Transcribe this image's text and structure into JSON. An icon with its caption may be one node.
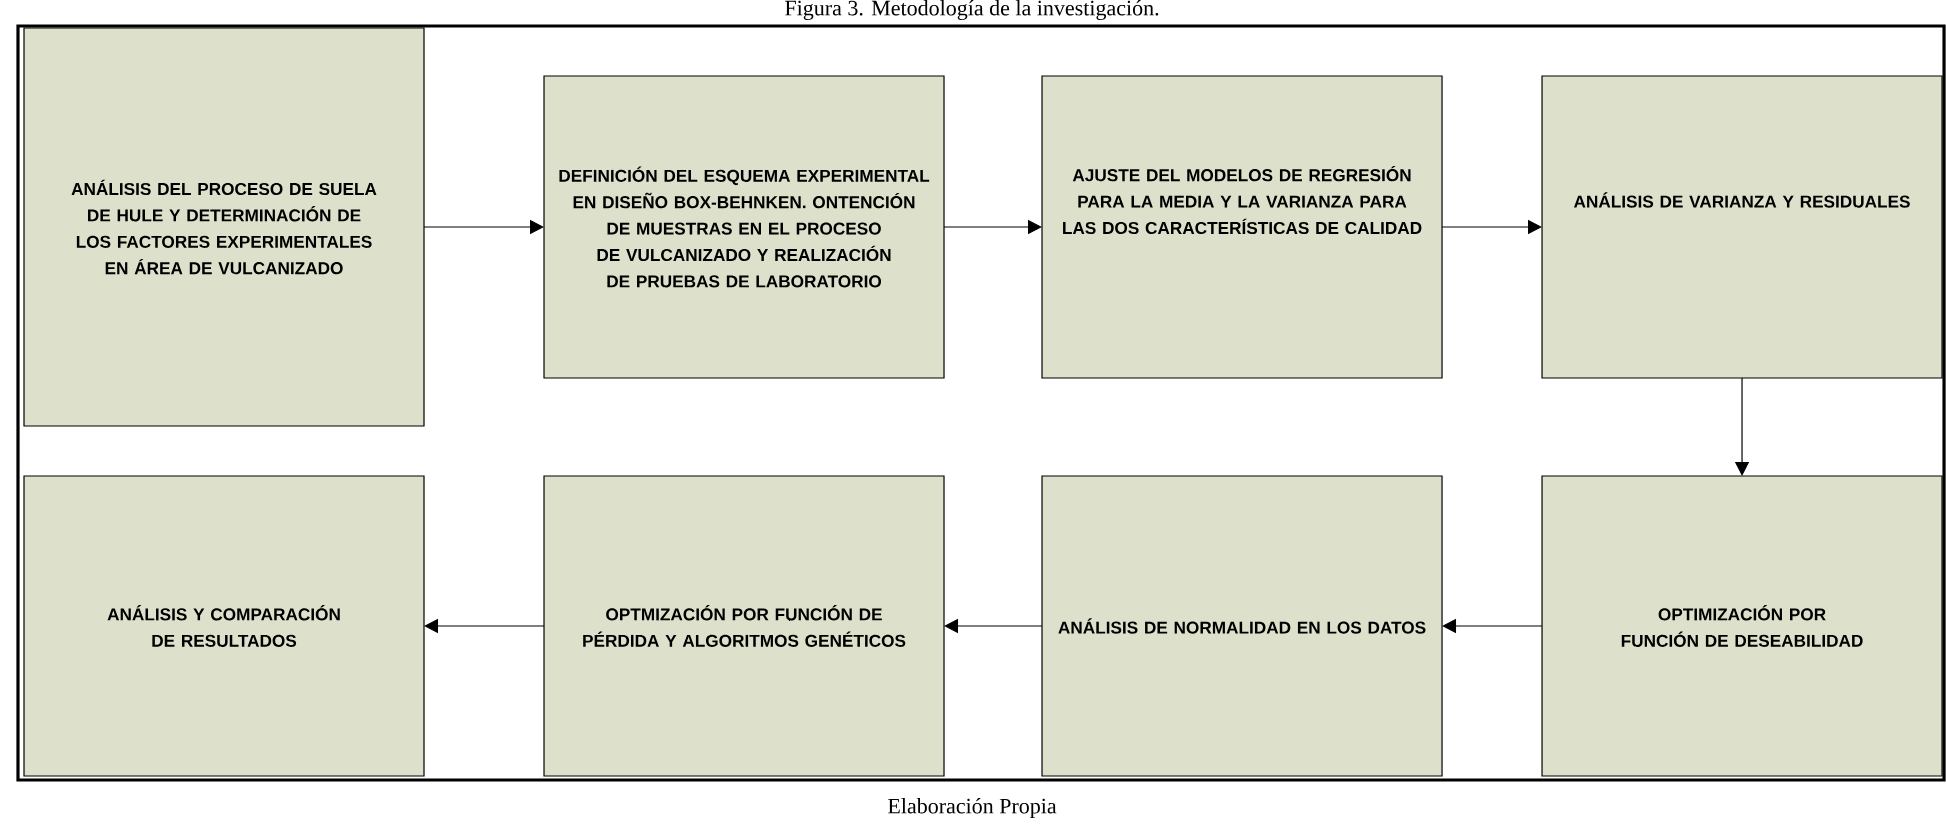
{
  "diagram": {
    "title": "Figura 3. Metodología de la investigación.",
    "caption": "Elaboración Propia",
    "nodes": [
      {
        "text": [
          "ANÁLISIS DEL PROCESO DE SUELA DE HULE Y DETERMINACIÓN DE LOS FACTORES EXPERIMENTALES EN ÁREA DE VULCANIZADO"
        ]
      },
      {
        "text": [
          "DEFINICIÓN DEL ESQUEMA EXPERIMENTAL EN DISEÑO BOX-BEHNKEN. ONTENCIÓN DE MUESTRAS EN EL PROCESO DE VULCANIZADO Y REALIZACIÓN DE PRUEBAS DE LABORATORIO"
        ]
      },
      {
        "text": [
          "AJUSTE DEL MODELOS DE REGRESIÓN PARA LA MEDIA Y LA VARIANZA PARA LAS DOS CARACTERÍSTICAS DE CALIDAD"
        ]
      },
      {
        "text": [
          "ANÁLISIS DE VARIANZA Y RESIDUALES"
        ]
      },
      {
        "text": [
          "OPTIMIZACIÓN POR FUNCIÓN DE DESEABILIDAD"
        ]
      },
      {
        "text": [
          "ANÁLISIS DE NORMALIDAD EN LOS DATOS"
        ]
      },
      {
        "text": [
          "OPTMIZACIÓN POR FUNCIÓN DE PÉRDIDA Y ALGORITMOS GENÉTICOS"
        ]
      },
      {
        "text": [
          "ANÁLISIS Y COMPARACIÓN DE RESULTADOS"
        ]
      }
    ],
    "edges": [
      {
        "from": 0,
        "to": 1,
        "arrow": "to"
      },
      {
        "from": 1,
        "to": 2,
        "arrow": "to"
      },
      {
        "from": 2,
        "to": 3,
        "arrow": "to"
      },
      {
        "from": 3,
        "to": 4,
        "arrow": "to"
      },
      {
        "from": 4,
        "to": 5,
        "arrow": "to"
      },
      {
        "from": 5,
        "to": 6,
        "arrow": "to"
      },
      {
        "from": 6,
        "to": 7,
        "arrow": "to"
      }
    ]
  }
}
